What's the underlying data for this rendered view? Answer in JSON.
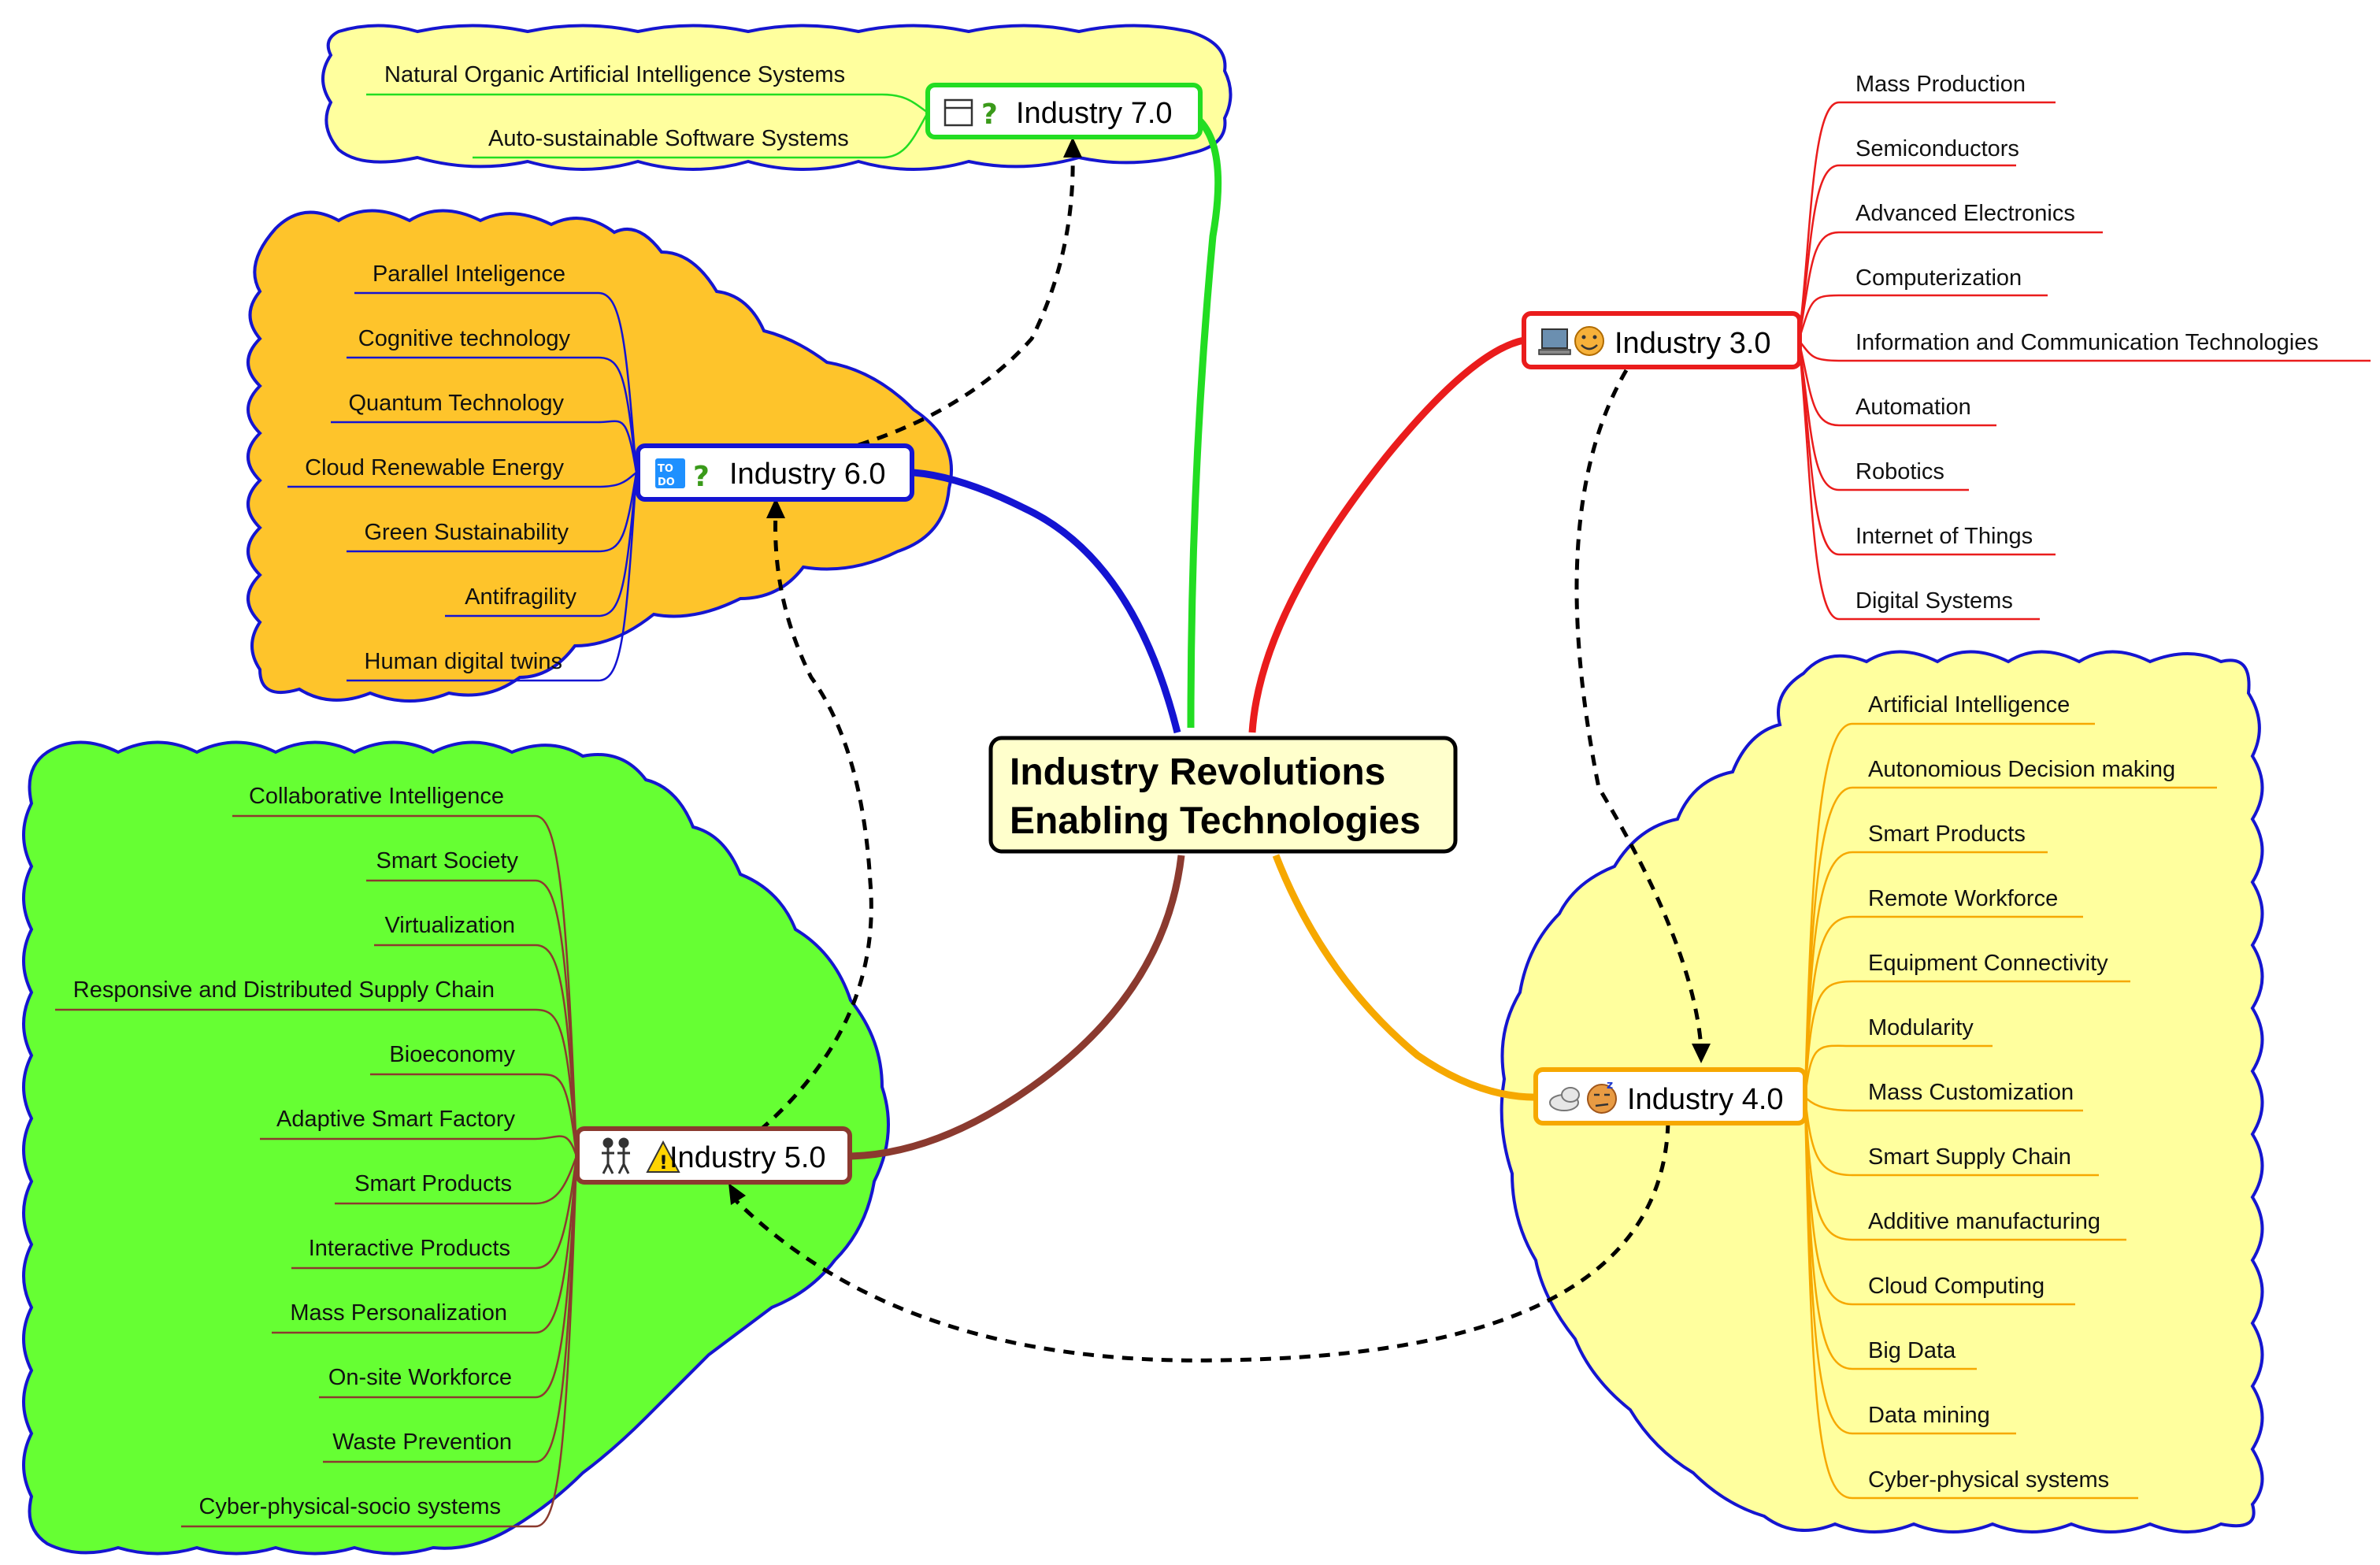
{
  "root": {
    "line1": "Industry Revolutions",
    "line2": "Enabling Technologies"
  },
  "hubs": {
    "i3": {
      "label": "Industry 3.0",
      "icons": [
        "computer-icon",
        "smiley-icon"
      ],
      "color": "#ea1c1c"
    },
    "i4": {
      "label": "Industry 4.0",
      "icons": [
        "cloud-icon",
        "thinking-face-icon"
      ],
      "color": "#f6a800"
    },
    "i5": {
      "label": "Industry 5.0",
      "icons": [
        "people-icon",
        "warning-icon"
      ],
      "color": "#8b3a2f"
    },
    "i6": {
      "label": "Industry 6.0",
      "icons": [
        "todo-icon",
        "question-icon"
      ],
      "color": "#1414d2"
    },
    "i7": {
      "label": "Industry 7.0",
      "icons": [
        "window-icon",
        "question-icon"
      ],
      "color": "#22dd22"
    }
  },
  "leaves": {
    "i3": [
      "Mass Production",
      "Semiconductors",
      "Advanced Electronics",
      "Computerization",
      "Information and Communication Technologies",
      "Automation",
      "Robotics",
      "Internet of Things",
      "Digital Systems"
    ],
    "i4": [
      "Artificial Intelligence",
      "Autonomious Decision making",
      "Smart Products",
      "Remote Workforce",
      "Equipment Connectivity",
      "Modularity",
      "Mass Customization",
      "Smart Supply Chain",
      "Additive manufacturing",
      "Cloud Computing",
      "Big Data",
      "Data mining",
      "Cyber-physical systems"
    ],
    "i5": [
      "Collaborative Intelligence",
      "Smart Society",
      "Virtualization",
      "Responsive and Distributed Supply Chain",
      "Bioeconomy",
      "Adaptive Smart Factory",
      "Smart Products",
      "Interactive Products",
      "Mass Personalization",
      "On-site Workforce",
      "Waste Prevention",
      "Cyber-physical-socio systems"
    ],
    "i6": [
      "Parallel Inteligence",
      "Cognitive technology",
      "Quantum Technology",
      "Cloud Renewable Energy",
      "Green Sustainability",
      "Antifragility",
      "Human digital twins"
    ],
    "i7": [
      "Natural Organic Artificial Intelligence Systems",
      "Auto-sustainable Software Systems"
    ]
  },
  "clouds": {
    "i4": "#ffff9e",
    "i5": "#66ff33",
    "i6": "#fec42b",
    "i7": "#ffff9e"
  },
  "outline_color": "#1515d0"
}
